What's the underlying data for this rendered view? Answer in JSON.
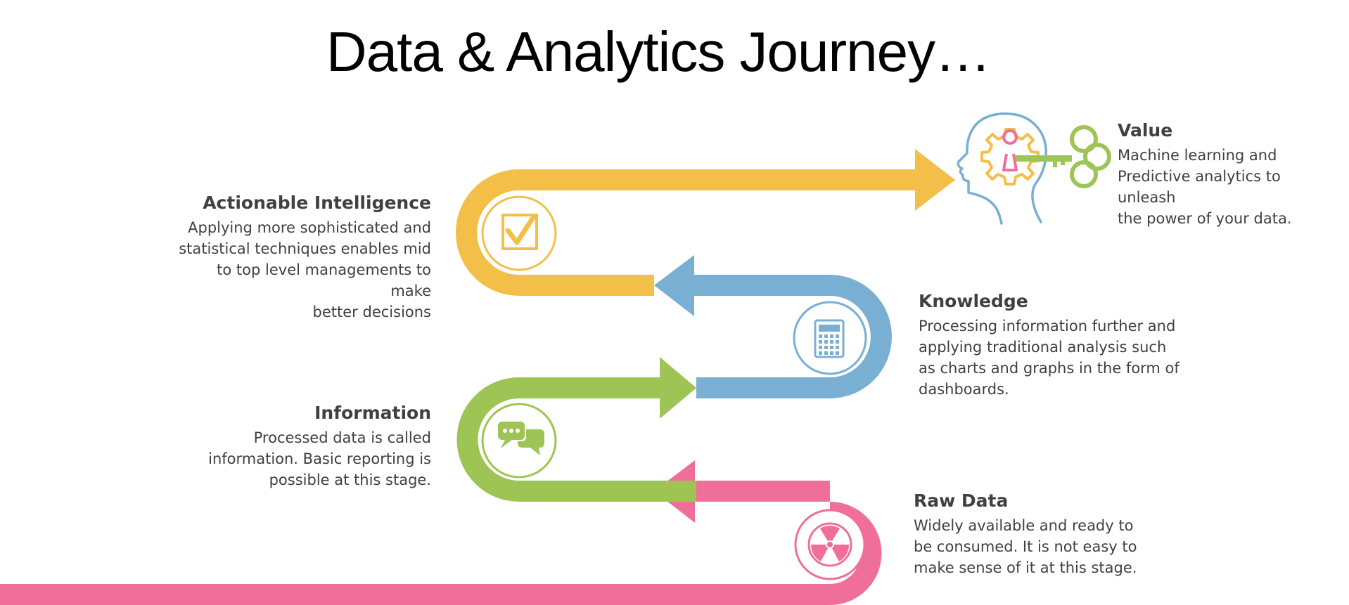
{
  "title": "Data & Analytics Journey…",
  "colors": {
    "raw_data": "#F06E9A",
    "information": "#9DC454",
    "knowledge": "#78AFD2",
    "actionable": "#F3BF49",
    "value_head": "#78AFD2",
    "value_gear": "#F3BF49",
    "value_key": "#9DC454",
    "value_lock": "#F06E9A"
  },
  "stages": {
    "value": {
      "heading": "Value",
      "lines": [
        "Machine learning and",
        "Predictive analytics to unleash",
        "the power of your data."
      ],
      "icon": "head-gear-key-icon"
    },
    "knowledge": {
      "heading": "Knowledge",
      "lines": [
        "Processing information further and",
        "applying traditional analysis such",
        "as charts and graphs in the form of",
        "dashboards."
      ],
      "icon": "calculator-icon"
    },
    "raw_data": {
      "heading": "Raw Data",
      "lines": [
        "Widely available and ready to",
        "be consumed. It is not easy to",
        "make sense of it at this stage."
      ],
      "icon": "radiation-icon"
    },
    "actionable": {
      "heading": "Actionable Intelligence",
      "lines": [
        "Applying more sophisticated and",
        "statistical techniques enables mid",
        "to top level managements to make",
        "better decisions"
      ],
      "icon": "checkbox-icon"
    },
    "information": {
      "heading": "Information",
      "lines": [
        "Processed data is called",
        "information. Basic reporting is",
        "possible at this stage."
      ],
      "icon": "chat-bubbles-icon"
    }
  }
}
